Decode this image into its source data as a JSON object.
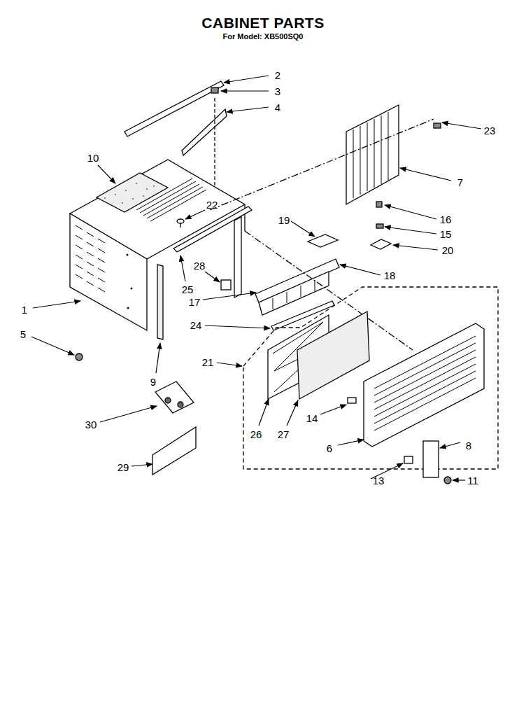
{
  "diagram": {
    "title": "CABINET PARTS",
    "labels": [
      "For Model: XB500SQ0",
      "2",
      "3",
      "4",
      "10",
      "23",
      "7",
      "22",
      "16",
      "19",
      "15",
      "20",
      "28",
      "18",
      "25",
      "17",
      "1",
      "5",
      "24",
      "21",
      "9",
      "14",
      "6",
      "8",
      "26",
      "27",
      "30",
      "11",
      "13",
      "29"
    ]
  }
}
